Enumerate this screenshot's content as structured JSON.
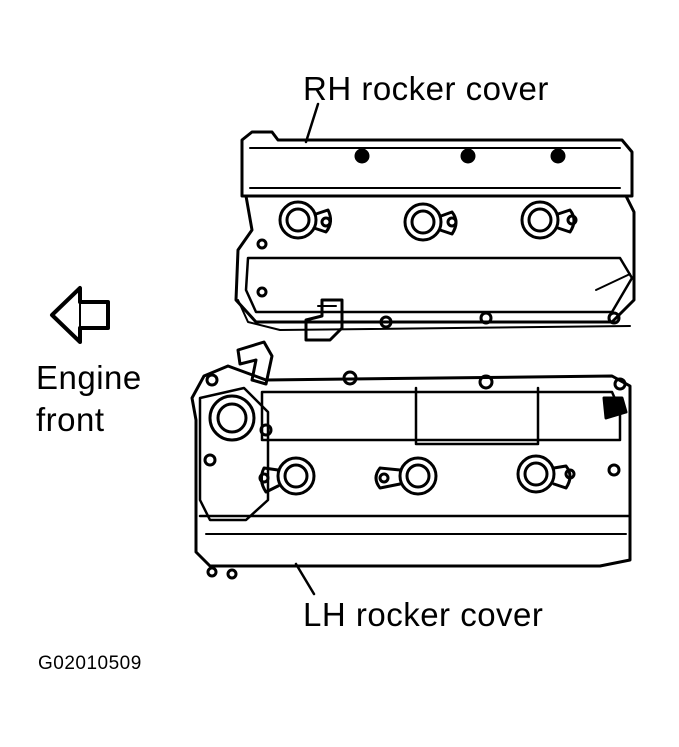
{
  "labels": {
    "rh_cover": "RH rocker cover",
    "lh_cover": "LH rocker cover",
    "engine_front_line1": "Engine",
    "engine_front_line2": "front",
    "figure_id": "G02010509"
  },
  "icons": {
    "direction_arrow": "left-arrow-icon"
  },
  "colors": {
    "ink": "#000000",
    "paper": "#ffffff"
  }
}
